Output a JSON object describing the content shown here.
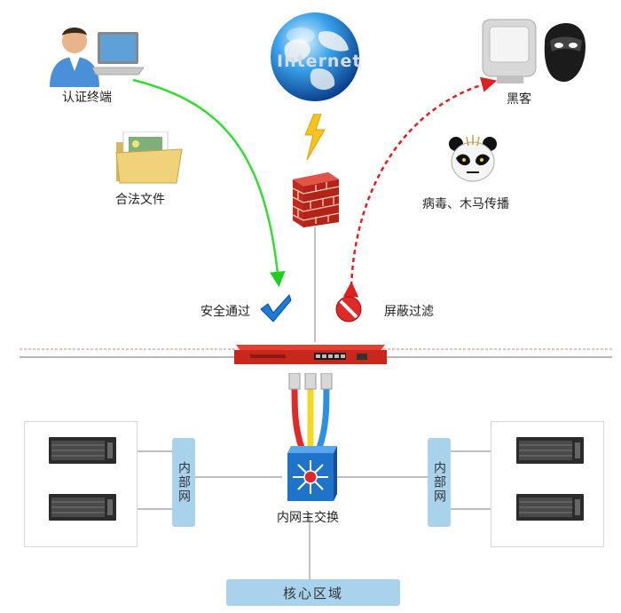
{
  "internet_label": "Internet",
  "user_label": "认证终端",
  "hacker_label": "黑客",
  "legal_file_label": "合法文件",
  "virus_label": "病毒、木马传播",
  "safe_pass_label": "安全通过",
  "block_label": "屏蔽过滤",
  "left_group_label": "内部网",
  "right_group_label": "内部网",
  "switch_label": "内网主交换",
  "core_zone_label": "核心区域",
  "colors": {
    "allowed_path": "#33dd33",
    "blocked_path": "#e02020",
    "zone_fill": "#a9d3ec",
    "check_blue": "#1e7ad6",
    "firewall_red": "#cc2a1e",
    "switch_blue": "#1f73c9"
  }
}
